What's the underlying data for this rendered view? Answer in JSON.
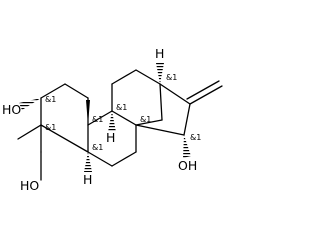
{
  "structure": {
    "atom_labels": {
      "oh_c3": "HO",
      "oh_c15": "OH",
      "oh_ch2": "HO",
      "h_c9": "H",
      "h_c5": "H",
      "h_c13": "H"
    },
    "stereo_marks": {
      "c13": "&1",
      "c9": "&1",
      "c10": "&1",
      "c8": "&1",
      "c15": "&1",
      "c3": "&1",
      "c5": "&1",
      "c4": "&1"
    }
  }
}
